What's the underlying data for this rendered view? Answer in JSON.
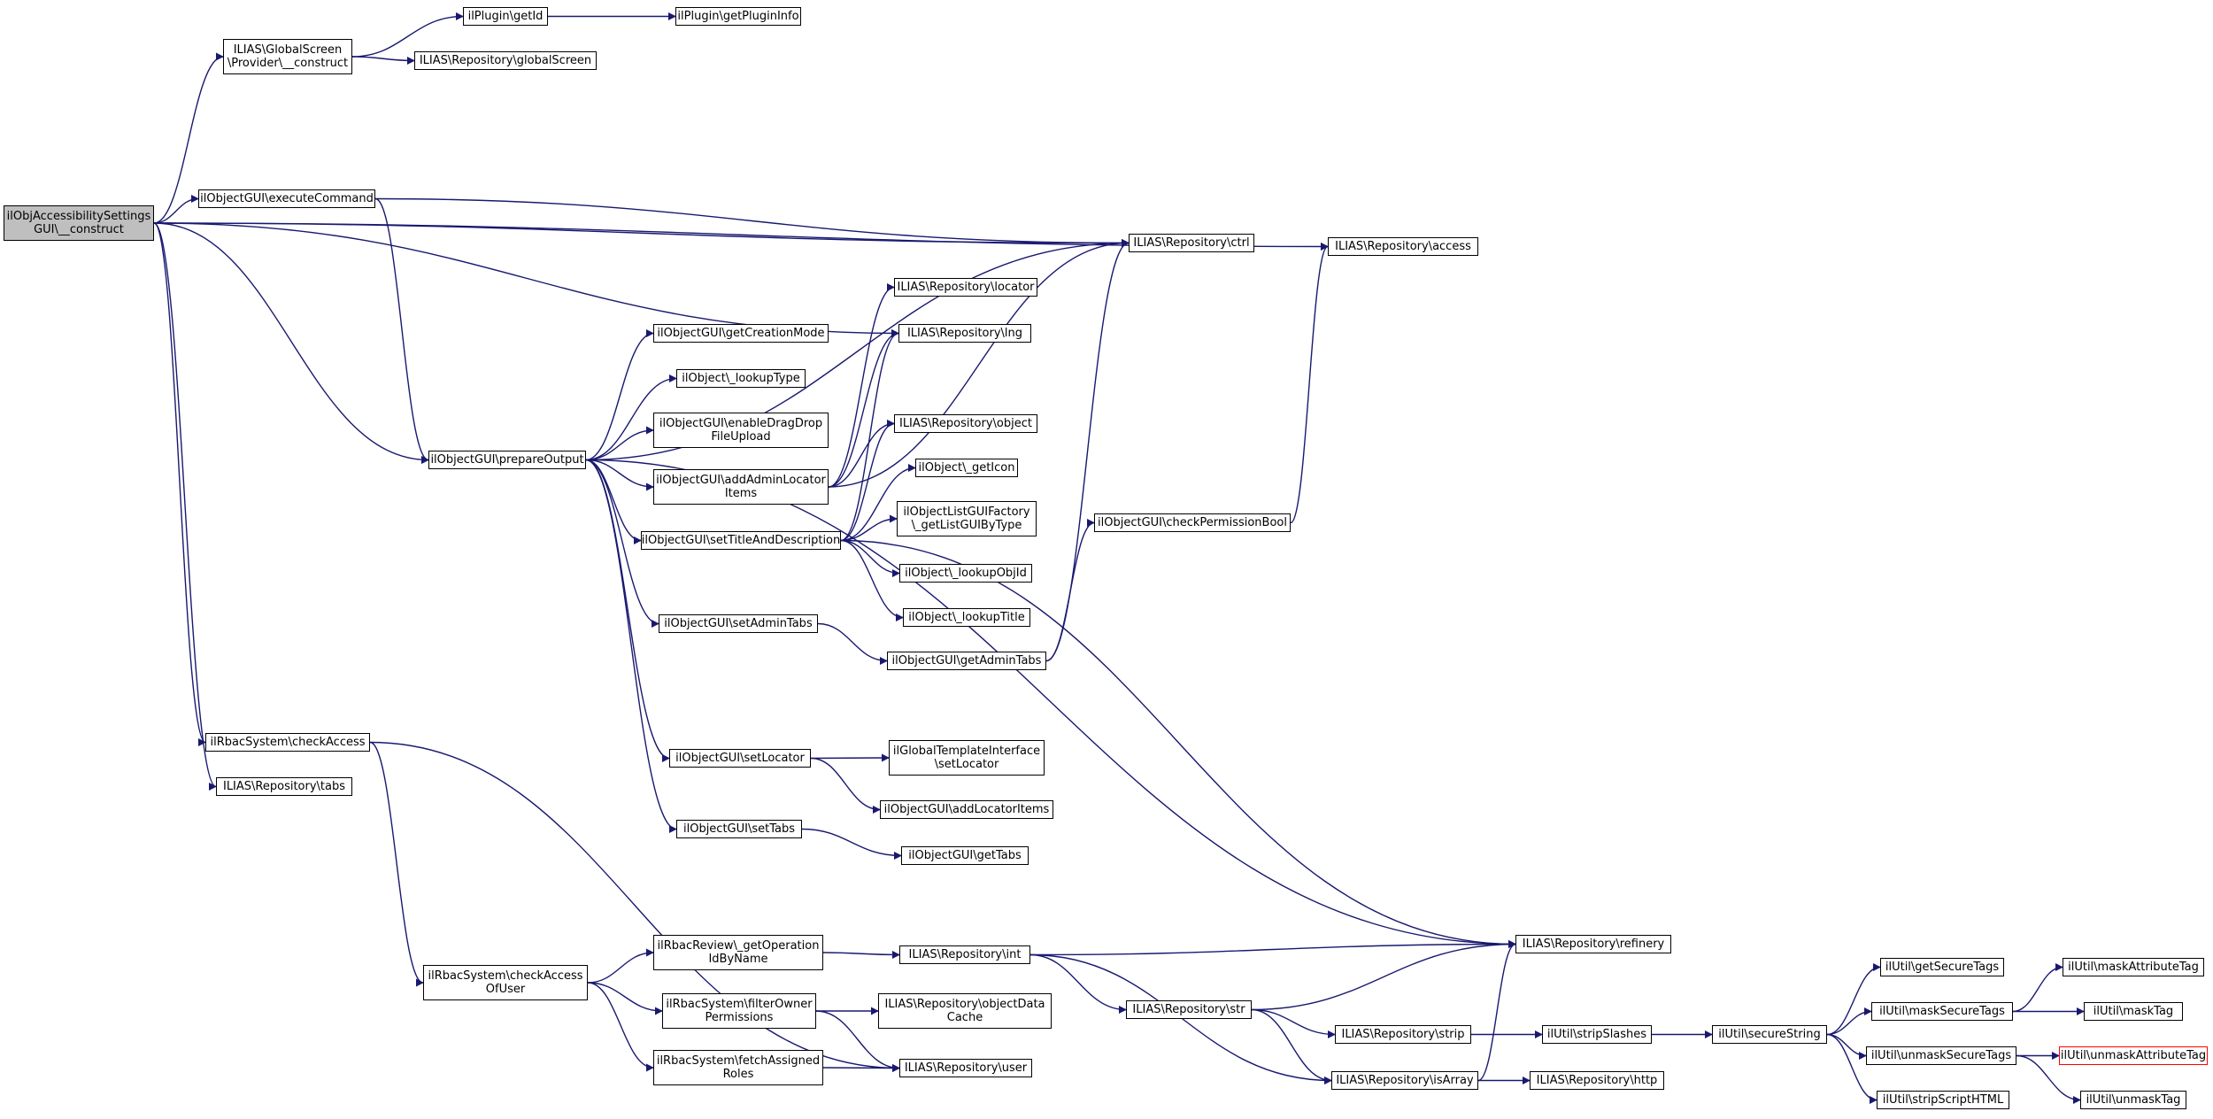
{
  "graph": {
    "colors": {
      "edge": "#191970",
      "node_border": "#000000",
      "root_fill": "#bfbfbf",
      "truncated_border": "#ff0000"
    },
    "nodes": [
      {
        "id": "root",
        "label": "ilObjAccessibilitySettings\nGUI\\__construct"
      },
      {
        "id": "gs_construct",
        "label": "ILIAS\\GlobalScreen\n\\Provider\\__construct"
      },
      {
        "id": "plugin_getId",
        "label": "ilPlugin\\getId"
      },
      {
        "id": "plugin_getPluginInfo",
        "label": "ilPlugin\\getPluginInfo"
      },
      {
        "id": "repo_globalScreen",
        "label": "ILIAS\\Repository\\globalScreen"
      },
      {
        "id": "executeCommand",
        "label": "ilObjectGUI\\executeCommand"
      },
      {
        "id": "repo_ctrl",
        "label": "ILIAS\\Repository\\ctrl"
      },
      {
        "id": "repo_access",
        "label": "ILIAS\\Repository\\access"
      },
      {
        "id": "repo_locator",
        "label": "ILIAS\\Repository\\locator"
      },
      {
        "id": "getCreationMode",
        "label": "ilObjectGUI\\getCreationMode"
      },
      {
        "id": "repo_lng",
        "label": "ILIAS\\Repository\\lng"
      },
      {
        "id": "lookupType",
        "label": "ilObject\\_lookupType"
      },
      {
        "id": "enableDragDrop",
        "label": "ilObjectGUI\\enableDragDrop\nFileUpload"
      },
      {
        "id": "repo_object",
        "label": "ILIAS\\Repository\\object"
      },
      {
        "id": "prepareOutput",
        "label": "ilObjectGUI\\prepareOutput"
      },
      {
        "id": "addAdminLocator",
        "label": "ilObjectGUI\\addAdminLocator\nItems"
      },
      {
        "id": "getIcon",
        "label": "ilObject\\_getIcon"
      },
      {
        "id": "listGUIFactory",
        "label": "ilObjectListGUIFactory\n\\_getListGUIByType"
      },
      {
        "id": "checkPermissionBool",
        "label": "ilObjectGUI\\checkPermissionBool"
      },
      {
        "id": "setTitleAndDescription",
        "label": "ilObjectGUI\\setTitleAndDescription"
      },
      {
        "id": "lookupObjId",
        "label": "ilObject\\_lookupObjId"
      },
      {
        "id": "lookupTitle",
        "label": "ilObject\\_lookupTitle"
      },
      {
        "id": "setAdminTabs",
        "label": "ilObjectGUI\\setAdminTabs"
      },
      {
        "id": "getAdminTabs",
        "label": "ilObjectGUI\\getAdminTabs"
      },
      {
        "id": "checkAccess",
        "label": "ilRbacSystem\\checkAccess"
      },
      {
        "id": "repo_tabs",
        "label": "ILIAS\\Repository\\tabs"
      },
      {
        "id": "setLocator",
        "label": "ilObjectGUI\\setLocator"
      },
      {
        "id": "tplSetLocator",
        "label": "ilGlobalTemplateInterface\n\\setLocator"
      },
      {
        "id": "addLocatorItems",
        "label": "ilObjectGUI\\addLocatorItems"
      },
      {
        "id": "setTabs",
        "label": "ilObjectGUI\\setTabs"
      },
      {
        "id": "getTabs",
        "label": "ilObjectGUI\\getTabs"
      },
      {
        "id": "repo_refinery",
        "label": "ILIAS\\Repository\\refinery"
      },
      {
        "id": "getOperationIdByName",
        "label": "ilRbacReview\\_getOperation\nIdByName"
      },
      {
        "id": "repo_int",
        "label": "ILIAS\\Repository\\int"
      },
      {
        "id": "checkAccessOfUser",
        "label": "ilRbacSystem\\checkAccess\nOfUser"
      },
      {
        "id": "getSecureTags",
        "label": "ilUtil\\getSecureTags"
      },
      {
        "id": "maskAttributeTag",
        "label": "ilUtil\\maskAttributeTag"
      },
      {
        "id": "filterOwnerPermissions",
        "label": "ilRbacSystem\\filterOwner\nPermissions"
      },
      {
        "id": "objectDataCache",
        "label": "ILIAS\\Repository\\objectData\nCache"
      },
      {
        "id": "repo_str",
        "label": "ILIAS\\Repository\\str"
      },
      {
        "id": "maskSecureTags",
        "label": "ilUtil\\maskSecureTags"
      },
      {
        "id": "maskTag",
        "label": "ilUtil\\maskTag"
      },
      {
        "id": "repo_strip",
        "label": "ILIAS\\Repository\\strip"
      },
      {
        "id": "stripSlashes",
        "label": "ilUtil\\stripSlashes"
      },
      {
        "id": "secureString",
        "label": "ilUtil\\secureString"
      },
      {
        "id": "unmaskSecureTags",
        "label": "ilUtil\\unmaskSecureTags"
      },
      {
        "id": "unmaskAttributeTag",
        "label": "ilUtil\\unmaskAttributeTag"
      },
      {
        "id": "fetchAssignedRoles",
        "label": "ilRbacSystem\\fetchAssigned\nRoles"
      },
      {
        "id": "repo_user",
        "label": "ILIAS\\Repository\\user"
      },
      {
        "id": "repo_isArray",
        "label": "ILIAS\\Repository\\isArray"
      },
      {
        "id": "repo_http",
        "label": "ILIAS\\Repository\\http"
      },
      {
        "id": "stripScriptHTML",
        "label": "ilUtil\\stripScriptHTML"
      },
      {
        "id": "unmaskTag",
        "label": "ilUtil\\unmaskTag"
      }
    ],
    "edges": [
      [
        "root",
        "gs_construct"
      ],
      [
        "root",
        "repo_access"
      ],
      [
        "root",
        "repo_ctrl"
      ],
      [
        "root",
        "executeCommand"
      ],
      [
        "root",
        "repo_lng"
      ],
      [
        "root",
        "prepareOutput"
      ],
      [
        "root",
        "checkAccess"
      ],
      [
        "root",
        "repo_tabs"
      ],
      [
        "gs_construct",
        "plugin_getId"
      ],
      [
        "gs_construct",
        "repo_globalScreen"
      ],
      [
        "plugin_getId",
        "plugin_getPluginInfo"
      ],
      [
        "executeCommand",
        "repo_ctrl"
      ],
      [
        "executeCommand",
        "prepareOutput"
      ],
      [
        "prepareOutput",
        "repo_ctrl"
      ],
      [
        "prepareOutput",
        "getCreationMode"
      ],
      [
        "prepareOutput",
        "lookupType"
      ],
      [
        "prepareOutput",
        "enableDragDrop"
      ],
      [
        "prepareOutput",
        "addAdminLocator"
      ],
      [
        "prepareOutput",
        "setTitleAndDescription"
      ],
      [
        "prepareOutput",
        "setAdminTabs"
      ],
      [
        "prepareOutput",
        "setLocator"
      ],
      [
        "prepareOutput",
        "setTabs"
      ],
      [
        "prepareOutput",
        "repo_refinery"
      ],
      [
        "addAdminLocator",
        "repo_locator"
      ],
      [
        "addAdminLocator",
        "repo_lng"
      ],
      [
        "addAdminLocator",
        "repo_ctrl"
      ],
      [
        "addAdminLocator",
        "repo_object"
      ],
      [
        "setTitleAndDescription",
        "repo_lng"
      ],
      [
        "setTitleAndDescription",
        "repo_object"
      ],
      [
        "setTitleAndDescription",
        "getIcon"
      ],
      [
        "setTitleAndDescription",
        "listGUIFactory"
      ],
      [
        "setTitleAndDescription",
        "lookupObjId"
      ],
      [
        "setTitleAndDescription",
        "lookupTitle"
      ],
      [
        "setTitleAndDescription",
        "repo_refinery"
      ],
      [
        "setAdminTabs",
        "getAdminTabs"
      ],
      [
        "getAdminTabs",
        "repo_ctrl"
      ],
      [
        "getAdminTabs",
        "checkPermissionBool"
      ],
      [
        "checkPermissionBool",
        "repo_access"
      ],
      [
        "setLocator",
        "tplSetLocator"
      ],
      [
        "setLocator",
        "addLocatorItems"
      ],
      [
        "setTabs",
        "getTabs"
      ],
      [
        "checkAccess",
        "checkAccessOfUser"
      ],
      [
        "checkAccess",
        "repo_user"
      ],
      [
        "checkAccessOfUser",
        "getOperationIdByName"
      ],
      [
        "checkAccessOfUser",
        "filterOwnerPermissions"
      ],
      [
        "checkAccessOfUser",
        "fetchAssignedRoles"
      ],
      [
        "getOperationIdByName",
        "repo_int"
      ],
      [
        "filterOwnerPermissions",
        "objectDataCache"
      ],
      [
        "filterOwnerPermissions",
        "repo_user"
      ],
      [
        "fetchAssignedRoles",
        "repo_user"
      ],
      [
        "repo_int",
        "repo_refinery"
      ],
      [
        "repo_int",
        "repo_str"
      ],
      [
        "repo_int",
        "repo_isArray"
      ],
      [
        "repo_str",
        "repo_refinery"
      ],
      [
        "repo_str",
        "repo_strip"
      ],
      [
        "repo_str",
        "repo_isArray"
      ],
      [
        "repo_isArray",
        "repo_refinery"
      ],
      [
        "repo_isArray",
        "repo_http"
      ],
      [
        "repo_strip",
        "stripSlashes"
      ],
      [
        "stripSlashes",
        "secureString"
      ],
      [
        "secureString",
        "getSecureTags"
      ],
      [
        "secureString",
        "maskSecureTags"
      ],
      [
        "secureString",
        "unmaskSecureTags"
      ],
      [
        "secureString",
        "stripScriptHTML"
      ],
      [
        "maskSecureTags",
        "maskAttributeTag"
      ],
      [
        "maskSecureTags",
        "maskTag"
      ],
      [
        "unmaskSecureTags",
        "unmaskAttributeTag"
      ],
      [
        "unmaskSecureTags",
        "unmaskTag"
      ]
    ]
  }
}
